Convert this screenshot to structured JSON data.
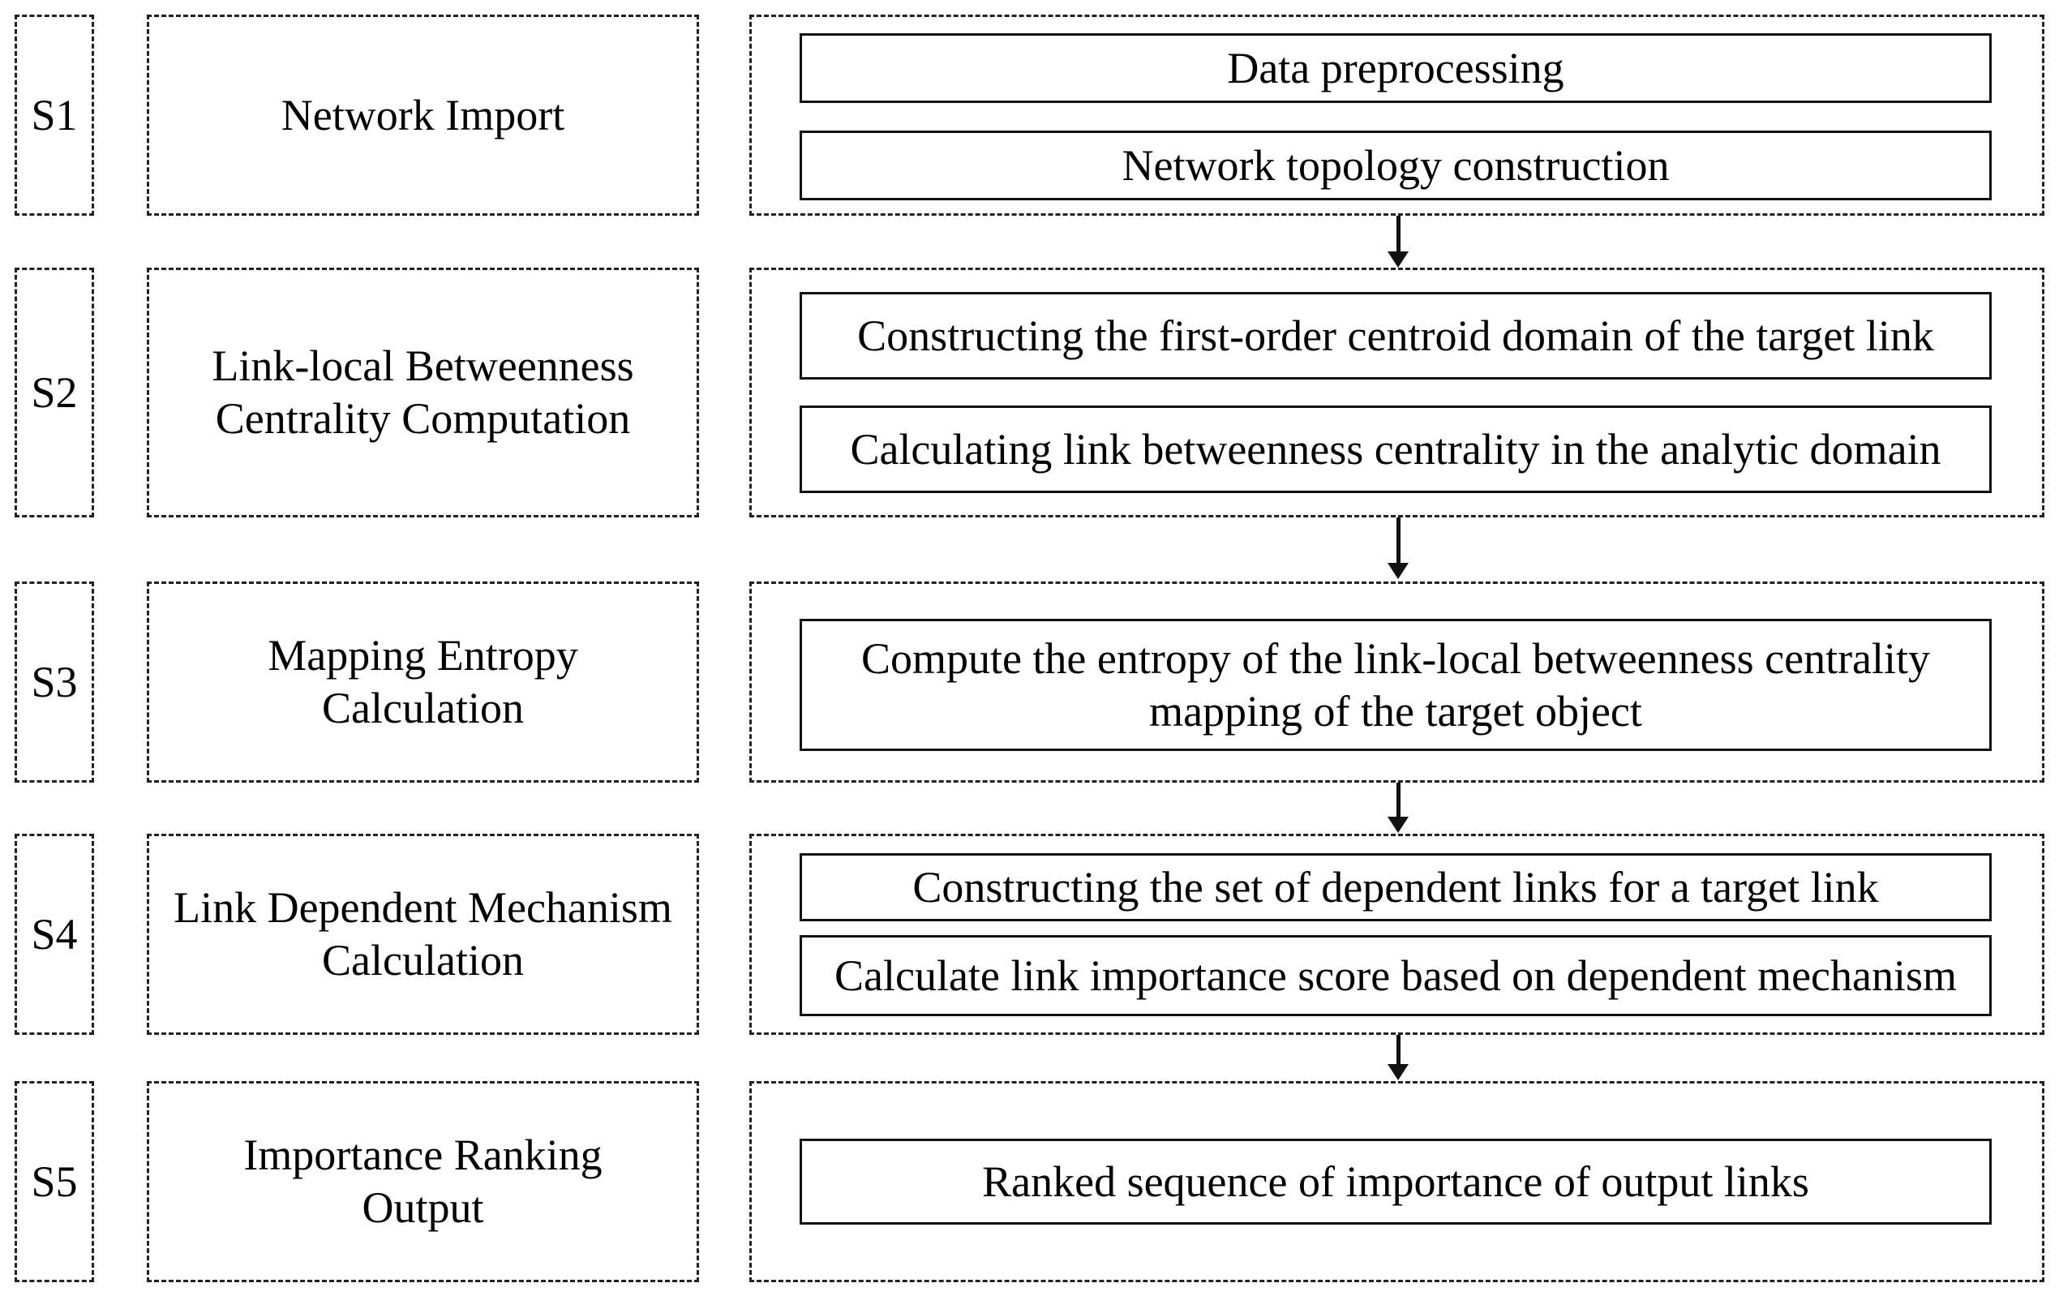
{
  "steps": [
    {
      "id": "S1",
      "title": "Network Import",
      "substeps": [
        "Data preprocessing",
        "Network topology construction"
      ]
    },
    {
      "id": "S2",
      "title": "Link-local Betweenness Centrality Computation",
      "substeps": [
        "Constructing the first-order centroid domain of the target link",
        "Calculating link betweenness centrality in the analytic domain"
      ]
    },
    {
      "id": "S3",
      "title": "Mapping Entropy Calculation",
      "substeps": [
        "Compute the entropy of the link-local betweenness centrality mapping of the target object"
      ]
    },
    {
      "id": "S4",
      "title": "Link Dependent Mechanism Calculation",
      "substeps": [
        "Constructing the set of dependent links for a target link",
        "Calculate link importance score based on dependent mechanism"
      ]
    },
    {
      "id": "S5",
      "title": "Importance Ranking Output",
      "substeps": [
        "Ranked sequence of importance of output links"
      ]
    }
  ]
}
